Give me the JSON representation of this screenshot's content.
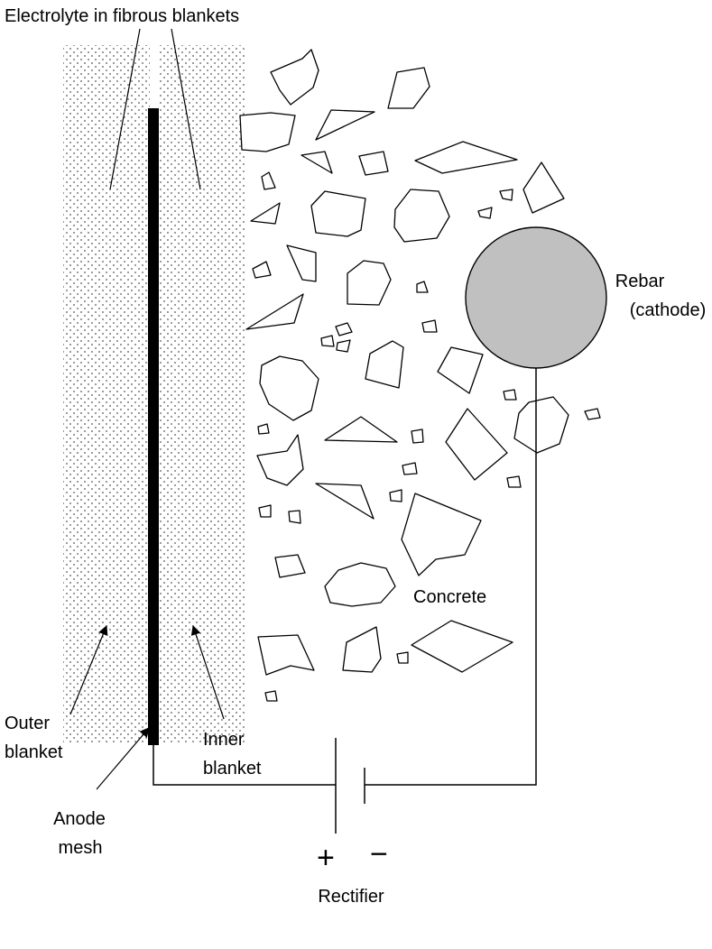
{
  "labels": {
    "electrolyte": "Electrolyte in fibrous blankets",
    "rebar_line1": "Rebar",
    "rebar_line2": "(cathode)",
    "concrete": "Concrete",
    "outer_line1": "Outer",
    "outer_line2": "blanket",
    "inner_line1": "Inner",
    "inner_line2": "blanket",
    "anode_line1": "Anode",
    "anode_line2": "mesh",
    "plus": "+",
    "minus": "−",
    "rectifier": "Rectifier"
  },
  "colors": {
    "rebar_fill": "#c0c0c0",
    "stroke": "#000000",
    "blanket_dots": "#555555",
    "anode": "#000000"
  }
}
